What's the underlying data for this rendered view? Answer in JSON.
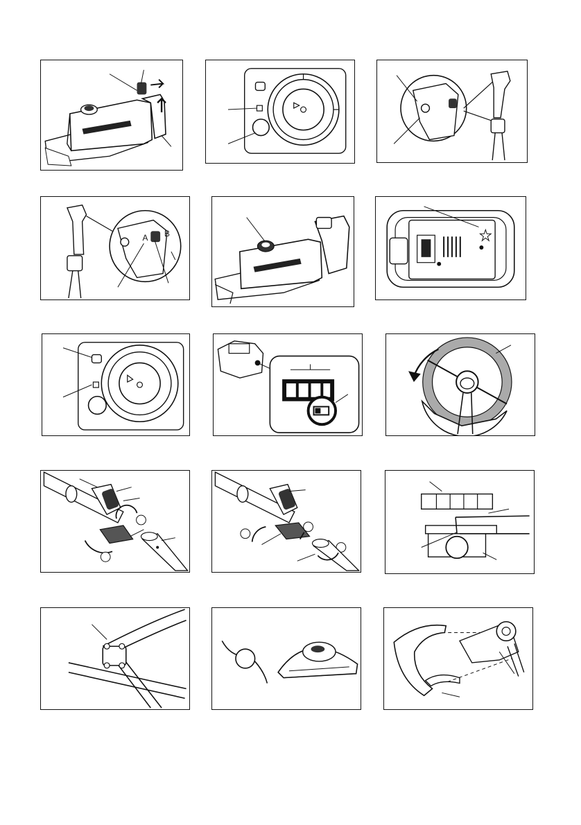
{
  "figures": [
    {
      "id": "fig1"
    },
    {
      "id": "fig2"
    },
    {
      "id": "fig3"
    },
    {
      "id": "fig4",
      "labels": {
        "a": "A",
        "b": "B"
      }
    },
    {
      "id": "fig5"
    },
    {
      "id": "fig6"
    },
    {
      "id": "fig7"
    },
    {
      "id": "fig8"
    },
    {
      "id": "fig9"
    },
    {
      "id": "fig10"
    },
    {
      "id": "fig11"
    },
    {
      "id": "fig12"
    },
    {
      "id": "fig13"
    },
    {
      "id": "fig14"
    },
    {
      "id": "fig15"
    }
  ],
  "colors": {
    "line": "#111111",
    "guard": "#aaaaaa",
    "paper": "#ffffff"
  }
}
